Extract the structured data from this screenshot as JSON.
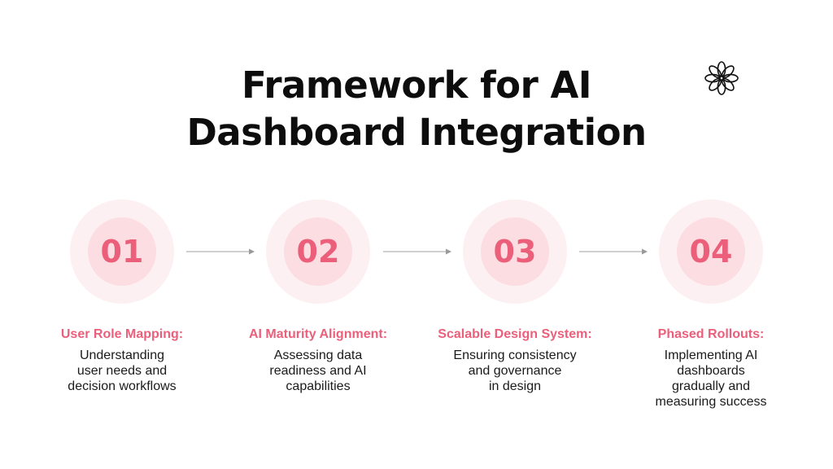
{
  "title": {
    "line1": "Framework for AI",
    "line2": "Dashboard Integration"
  },
  "decoration": {
    "icon": "flower-icon"
  },
  "colors": {
    "accent": "#ec5f7a",
    "circle_outer": "#fdf0f2",
    "circle_inner": "#fbdde2",
    "arrow": "#b5b5b5"
  },
  "steps": [
    {
      "number": "01",
      "label": "User Role Mapping:",
      "desc": [
        "Understanding",
        "user needs and",
        "decision workflows"
      ]
    },
    {
      "number": "02",
      "label": "AI Maturity Alignment:",
      "desc": [
        "Assessing data",
        "readiness and AI",
        "capabilities"
      ]
    },
    {
      "number": "03",
      "label": "Scalable Design System:",
      "desc": [
        "Ensuring consistency",
        "and governance",
        "in design"
      ]
    },
    {
      "number": "04",
      "label": "Phased Rollouts:",
      "desc": [
        "Implementing AI",
        "dashboards",
        "gradually and",
        "measuring success"
      ]
    }
  ]
}
